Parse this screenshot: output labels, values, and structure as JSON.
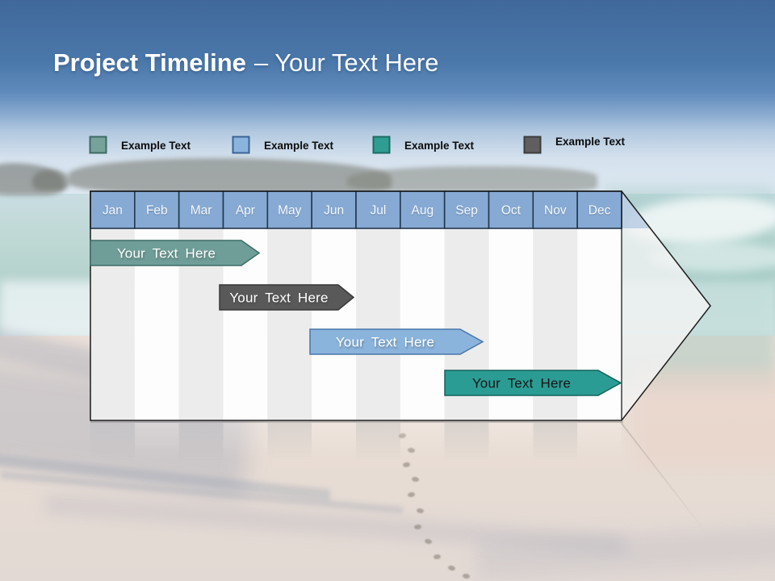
{
  "slide": {
    "title_bold": "Project Timeline",
    "title_rest": "– Your Text Here"
  },
  "legend": {
    "items": [
      {
        "label": "Example Text",
        "color": "#76a29a",
        "border": "#3d6a64"
      },
      {
        "label": "Example Text",
        "color": "#8ab4dc",
        "border": "#3b6394"
      },
      {
        "label": "Example Text",
        "color": "#2f9d92",
        "border": "#1b6b63"
      },
      {
        "label": "Example Text",
        "color": "#5f5f5f",
        "border": "#3c3c3c"
      }
    ]
  },
  "timeline": {
    "months": [
      "Jan",
      "Feb",
      "Mar",
      "Apr",
      "May",
      "Jun",
      "Jul",
      "Aug",
      "Sep",
      "Oct",
      "Nov",
      "Dec"
    ],
    "header_color": "#87aad4",
    "bars": [
      {
        "label": "Your Text Here",
        "start": "Jan",
        "end": "mid-Apr",
        "color": "#6f9e98",
        "border": "#3e6b65",
        "text_color": "#ffffff"
      },
      {
        "label": "Your Text Here",
        "start": "Apr",
        "end": "mid-Jun",
        "color": "#595959",
        "border": "#383838",
        "text_color": "#ffffff"
      },
      {
        "label": "Your Text Here",
        "start": "Jun",
        "end": "mid-Sep",
        "color": "#8ab4dc",
        "border": "#4a76a8",
        "text_color": "#ffffff"
      },
      {
        "label": "Your Text Here",
        "start": "Sep",
        "end": "Dec",
        "color": "#2b9c94",
        "border": "#12635c",
        "text_color": "#161616"
      }
    ]
  }
}
